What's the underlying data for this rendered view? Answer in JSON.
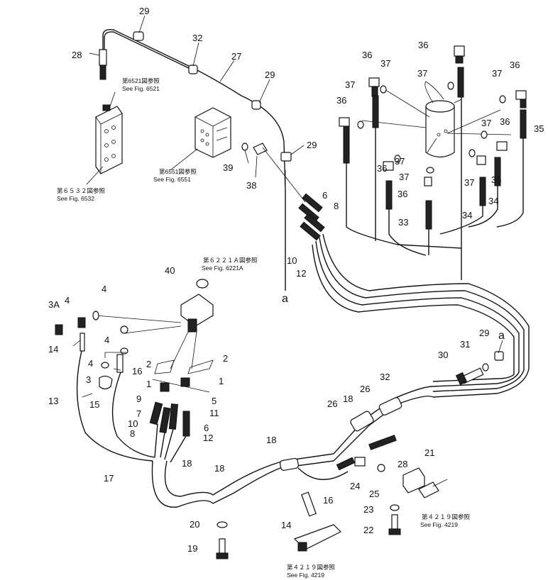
{
  "callouts": [
    {
      "id": "c29a",
      "text": "29"
    },
    {
      "id": "c28",
      "text": "28"
    },
    {
      "id": "c32a",
      "text": "32"
    },
    {
      "id": "c27",
      "text": "27"
    },
    {
      "id": "c29b",
      "text": "29"
    },
    {
      "id": "c29c",
      "text": "29"
    },
    {
      "id": "c39",
      "text": "39"
    },
    {
      "id": "c38",
      "text": "38"
    },
    {
      "id": "c6a",
      "text": "6"
    },
    {
      "id": "c8a",
      "text": "8"
    },
    {
      "id": "c10a",
      "text": "10"
    },
    {
      "id": "c12a",
      "text": "12"
    },
    {
      "id": "ca1",
      "text": "a"
    },
    {
      "id": "c36a",
      "text": "36"
    },
    {
      "id": "c37a",
      "text": "37"
    },
    {
      "id": "c36b",
      "text": "36"
    },
    {
      "id": "c37b",
      "text": "37"
    },
    {
      "id": "c37c",
      "text": "37"
    },
    {
      "id": "c36c",
      "text": "36"
    },
    {
      "id": "c37d",
      "text": "37"
    },
    {
      "id": "c36d",
      "text": "36"
    },
    {
      "id": "c37e",
      "text": "37"
    },
    {
      "id": "c36e",
      "text": "36"
    },
    {
      "id": "c35",
      "text": "35"
    },
    {
      "id": "c36f",
      "text": "36"
    },
    {
      "id": "c37f",
      "text": "37"
    },
    {
      "id": "c37g",
      "text": "37"
    },
    {
      "id": "c36g",
      "text": "36"
    },
    {
      "id": "c37h",
      "text": "37"
    },
    {
      "id": "c36h",
      "text": "36"
    },
    {
      "id": "c34a",
      "text": "34"
    },
    {
      "id": "c33",
      "text": "33"
    },
    {
      "id": "c34b",
      "text": "34"
    },
    {
      "id": "c40",
      "text": "40"
    },
    {
      "id": "c3A",
      "text": "3A"
    },
    {
      "id": "c4a",
      "text": "4"
    },
    {
      "id": "c4b",
      "text": "4"
    },
    {
      "id": "c4c",
      "text": "4"
    },
    {
      "id": "c4d",
      "text": "4"
    },
    {
      "id": "c14a",
      "text": "14"
    },
    {
      "id": "c3",
      "text": "3"
    },
    {
      "id": "c16a",
      "text": "16"
    },
    {
      "id": "c2a",
      "text": "2"
    },
    {
      "id": "c2b",
      "text": "2"
    },
    {
      "id": "c1a",
      "text": "1"
    },
    {
      "id": "c1b",
      "text": "1"
    },
    {
      "id": "c13",
      "text": "13"
    },
    {
      "id": "c15",
      "text": "15"
    },
    {
      "id": "c9",
      "text": "9"
    },
    {
      "id": "c7",
      "text": "7"
    },
    {
      "id": "c10b",
      "text": "10"
    },
    {
      "id": "c8b",
      "text": "8"
    },
    {
      "id": "c5",
      "text": "5"
    },
    {
      "id": "c11",
      "text": "11"
    },
    {
      "id": "c6b",
      "text": "6"
    },
    {
      "id": "c12b",
      "text": "12"
    },
    {
      "id": "c17",
      "text": "17"
    },
    {
      "id": "c18a",
      "text": "18"
    },
    {
      "id": "c18b",
      "text": "18"
    },
    {
      "id": "c18c",
      "text": "18"
    },
    {
      "id": "c18d",
      "text": "18"
    },
    {
      "id": "c26a",
      "text": "26"
    },
    {
      "id": "c26b",
      "text": "26"
    },
    {
      "id": "c32b",
      "text": "32"
    },
    {
      "id": "c30",
      "text": "30"
    },
    {
      "id": "c31",
      "text": "31"
    },
    {
      "id": "c29d",
      "text": "29"
    },
    {
      "id": "ca2",
      "text": "a"
    },
    {
      "id": "c28b",
      "text": "28"
    },
    {
      "id": "c21",
      "text": "21"
    },
    {
      "id": "c24",
      "text": "24"
    },
    {
      "id": "c25",
      "text": "25"
    },
    {
      "id": "c16b",
      "text": "16"
    },
    {
      "id": "c14b",
      "text": "14"
    },
    {
      "id": "c23",
      "text": "23"
    },
    {
      "id": "c22",
      "text": "22"
    },
    {
      "id": "c20",
      "text": "20"
    },
    {
      "id": "c19",
      "text": "19"
    }
  ],
  "references": [
    {
      "id": "r6521",
      "jp": "第6521図参照",
      "en": "See Fig. 6521"
    },
    {
      "id": "r6551",
      "jp": "第6551図参照",
      "en": "See Fig. 6551"
    },
    {
      "id": "r6532",
      "jp": "第６５３２図参照",
      "en": "See Fig. 6532"
    },
    {
      "id": "r6221A",
      "jp": "第６２２１Ａ図参照",
      "en": "See Fig. 6221A"
    },
    {
      "id": "r4219a",
      "jp": "第４２１９図参照",
      "en": "See Fig. 4219"
    },
    {
      "id": "r4219b",
      "jp": "第４２１９図参照",
      "en": "See Fig. 4219"
    }
  ]
}
